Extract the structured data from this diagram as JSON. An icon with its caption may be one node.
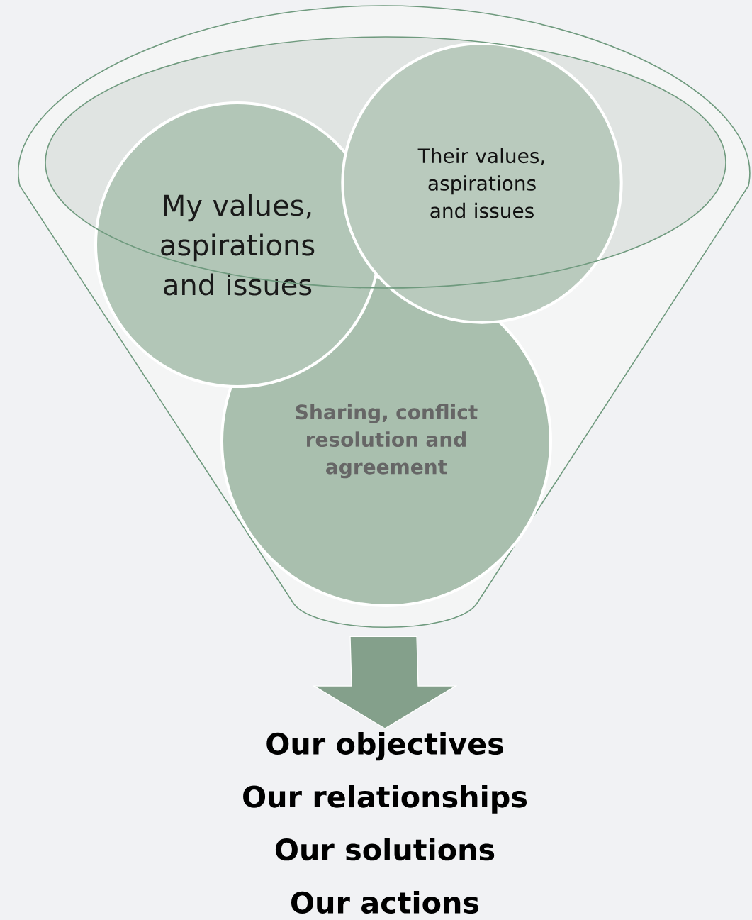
{
  "diagram": {
    "nodes": [
      {
        "text": [],
        "shape": "funnel"
      },
      {
        "text": [
          "My values, aspirations and issues"
        ],
        "in": 0
      },
      {
        "text": [
          "Their values, aspirations and issues"
        ],
        "in": 0
      },
      {
        "text": [
          "Sharing, conflict resolution and agreement"
        ],
        "in": 0
      },
      {
        "text": [
          "Our objectives",
          "Our relationships",
          "Our solutions",
          "Our actions"
        ]
      }
    ],
    "edges": [
      {
        "from": 0,
        "to": 4,
        "arrow": "to",
        "style": "thick"
      }
    ]
  }
}
